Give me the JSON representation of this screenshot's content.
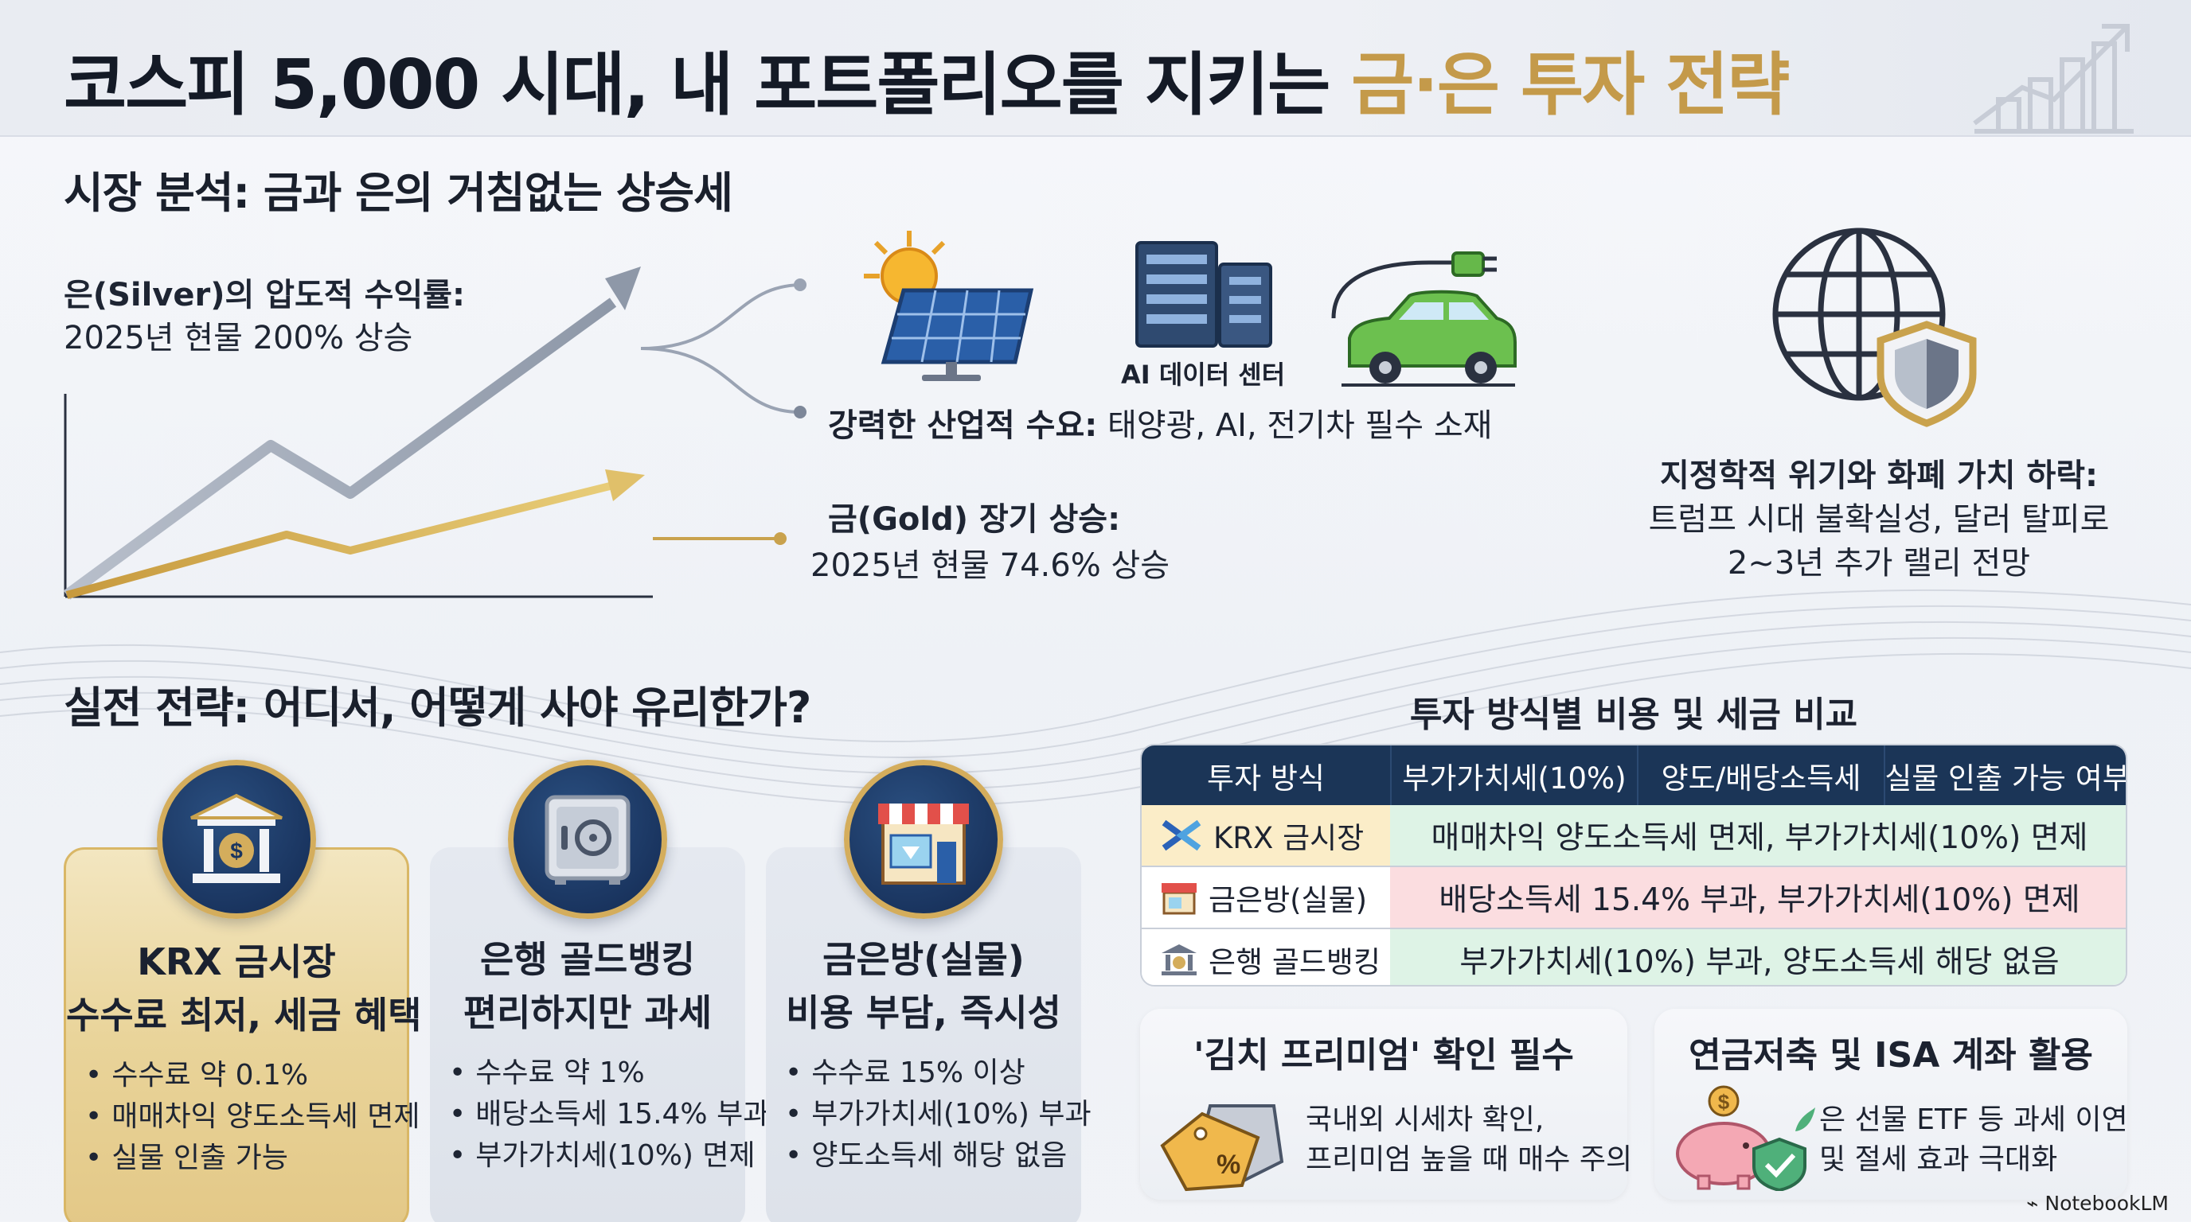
{
  "header": {
    "title_main": "코스피 5,000 시대, 내 포트폴리오를 지키는 ",
    "title_accent": "금·은 투자 전략"
  },
  "market": {
    "heading": "시장 분석: 금과 은의 거침없는 상승세",
    "silver_label": "은(Silver)의 압도적 수익률:",
    "silver_value": "2025년 현물 200% 상승",
    "gold_label": "금(Gold) 장기 상승:",
    "gold_value": "2025년 현물 74.6% 상승",
    "demand_label": "강력한 산업적 수요:",
    "demand_value": " 태양광, AI, 전기차 필수 소재",
    "datacenter_label": "AI 데이터 센터",
    "geo_label": "지정학적 위기와 화폐 가치 하락:",
    "geo_line1": "트럼프 시대 불확실성, 달러 탈피로",
    "geo_line2": "2~3년 추가 랠리 전망"
  },
  "strategy": {
    "heading": "실전 전략: 어디서, 어떻게 사야 유리한가?",
    "cards": [
      {
        "title1": "KRX 금시장",
        "title2": "수수료 최저, 세금 혜택",
        "items": [
          "수수료 약 0.1%",
          "매매차익 양도소득세 면제",
          "실물 인출 가능"
        ],
        "icon": "bank-building-icon"
      },
      {
        "title1": "은행 골드뱅킹",
        "title2": "편리하지만 과세",
        "items": [
          "수수료 약 1%",
          "배당소득세 15.4% 부과",
          "부가가치세(10%) 면제"
        ],
        "icon": "safe-icon"
      },
      {
        "title1": "금은방(실물)",
        "title2": "비용 부담, 즉시성",
        "items": [
          "수수료 15% 이상",
          "부가가치세(10%) 부과",
          "양도소득세 해당 없음"
        ],
        "icon": "store-icon"
      }
    ]
  },
  "comparison": {
    "heading": "투자 방식별 비용 및 세금 비교",
    "columns": [
      "투자 방식",
      "부가가치세(10%)",
      "양도/배당소득세",
      "실물 인출 가능 여부"
    ],
    "rows": [
      {
        "name": "KRX 금시장",
        "value": "매매차익 양도소득세 면제, 부가가치세(10%) 면제"
      },
      {
        "name": "금은방(실물)",
        "value": "배당소득세 15.4% 부과, 부가가치세(10%) 면제"
      },
      {
        "name": "은행 골드뱅킹",
        "value": "부가가치세(10%) 부과, 양도소득세 해당 없음"
      }
    ],
    "colors": {
      "header": "#1b3557",
      "krx_name": "#fbedc8",
      "green": "#def3e6",
      "pink": "#fbdde0"
    }
  },
  "tips": {
    "kimchi_title": "'김치 프리미엄' 확인 필수",
    "kimchi_line1": "국내외 시세차 확인,",
    "kimchi_line2": "프리미엄 높을 때 매수 주의",
    "isa_title": "연금저축 및 ISA 계좌 활용",
    "isa_line1": "은 선물 ETF 등 과세 이연",
    "isa_line2": "및 절세 효과 극대화"
  },
  "brand": "NotebookLM",
  "colors": {
    "gold": "#c49a4a",
    "navy": "#1a3560",
    "silver": "#9aa3b3"
  }
}
